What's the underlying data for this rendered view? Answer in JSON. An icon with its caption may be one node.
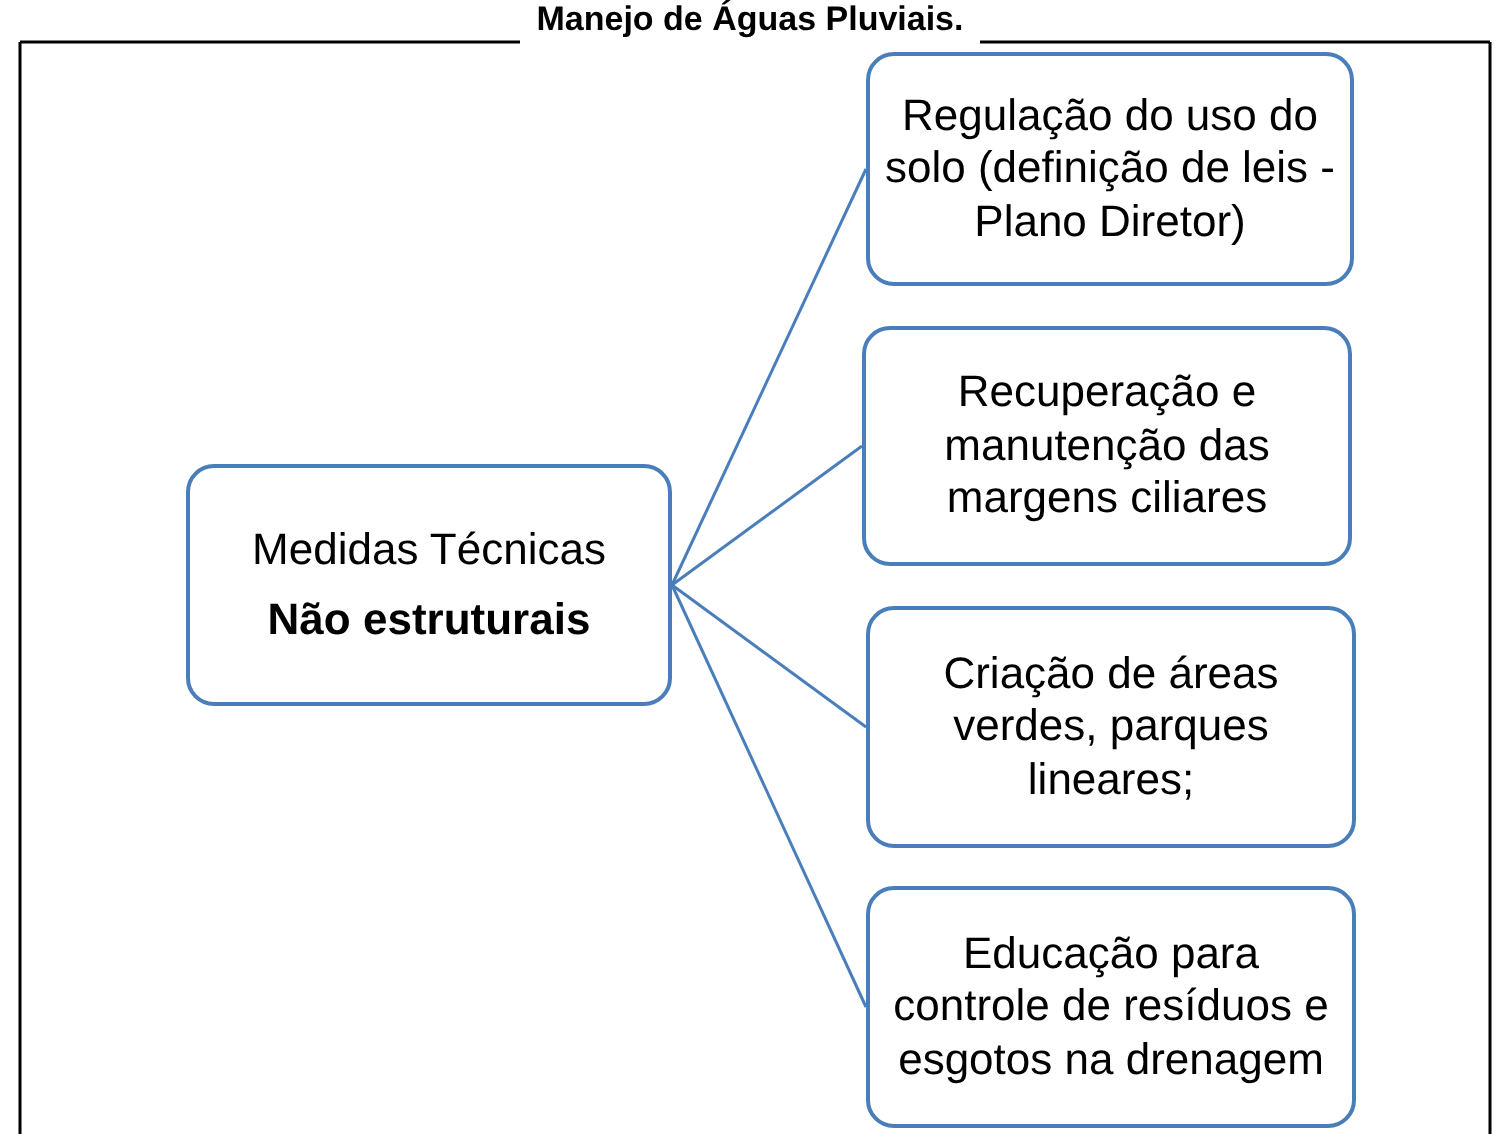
{
  "diagram": {
    "title": "Manejo de Águas Pluviais.",
    "nodes": [
      {
        "text": [
          "Medidas Técnicas",
          "Não estruturais"
        ]
      },
      {
        "text": [
          "Regulação do uso do solo (definição de leis - Plano Diretor)"
        ]
      },
      {
        "text": [
          "Recuperação e manutenção das margens ciliares"
        ]
      },
      {
        "text": [
          "Criação de áreas verdes, parques lineares;"
        ]
      },
      {
        "text": [
          "Educação para controle de resíduos e esgotos na drenagem"
        ]
      }
    ],
    "edges": [
      {
        "from": 0,
        "to": 1,
        "arrow": "none"
      },
      {
        "from": 0,
        "to": 2,
        "arrow": "none"
      },
      {
        "from": 0,
        "to": 3,
        "arrow": "none"
      },
      {
        "from": 0,
        "to": 4,
        "arrow": "none"
      }
    ]
  }
}
